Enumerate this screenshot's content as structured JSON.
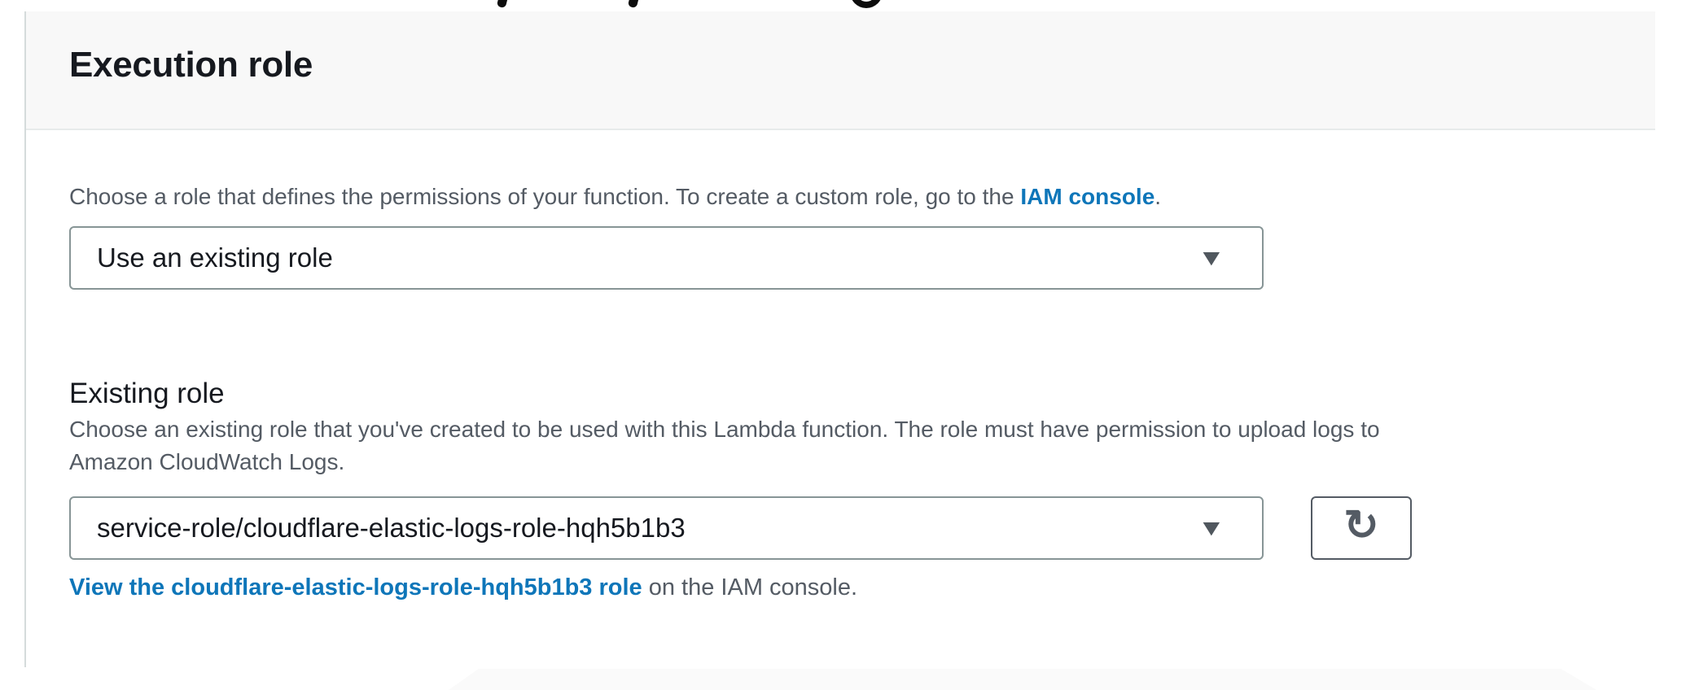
{
  "section": {
    "title": "Execution role",
    "intro": {
      "text_before_link": "Choose a role that defines the permissions of your function. To create a custom role, go to the ",
      "link_label": "IAM console",
      "text_after_link": "."
    },
    "role_type_select": {
      "value": "Use an existing role"
    },
    "existing_role": {
      "label": "Existing role",
      "description_lines": [
        "Choose an existing role that you've created to be used with this Lambda function. The role must have permission to upload logs to",
        "Amazon CloudWatch Logs."
      ],
      "select_value": "service-role/cloudflare-elastic-logs-role-hqh5b1b3",
      "view_role_link_label": "View the cloudflare-elastic-logs-role-hqh5b1b3 role",
      "view_role_suffix": " on the IAM console."
    },
    "icons": {
      "dropdown_caret": "▼",
      "refresh": "↻"
    },
    "colors": {
      "link_blue": "#0e76b9",
      "text_dark": "#16191f",
      "text_gray": "#545b64",
      "select_border": "#879596",
      "button_border": "#545b64",
      "header_bg": "#f8f8f8",
      "header_divider": "#e7ebeb",
      "card_left_border": "#d5dbdb"
    }
  }
}
